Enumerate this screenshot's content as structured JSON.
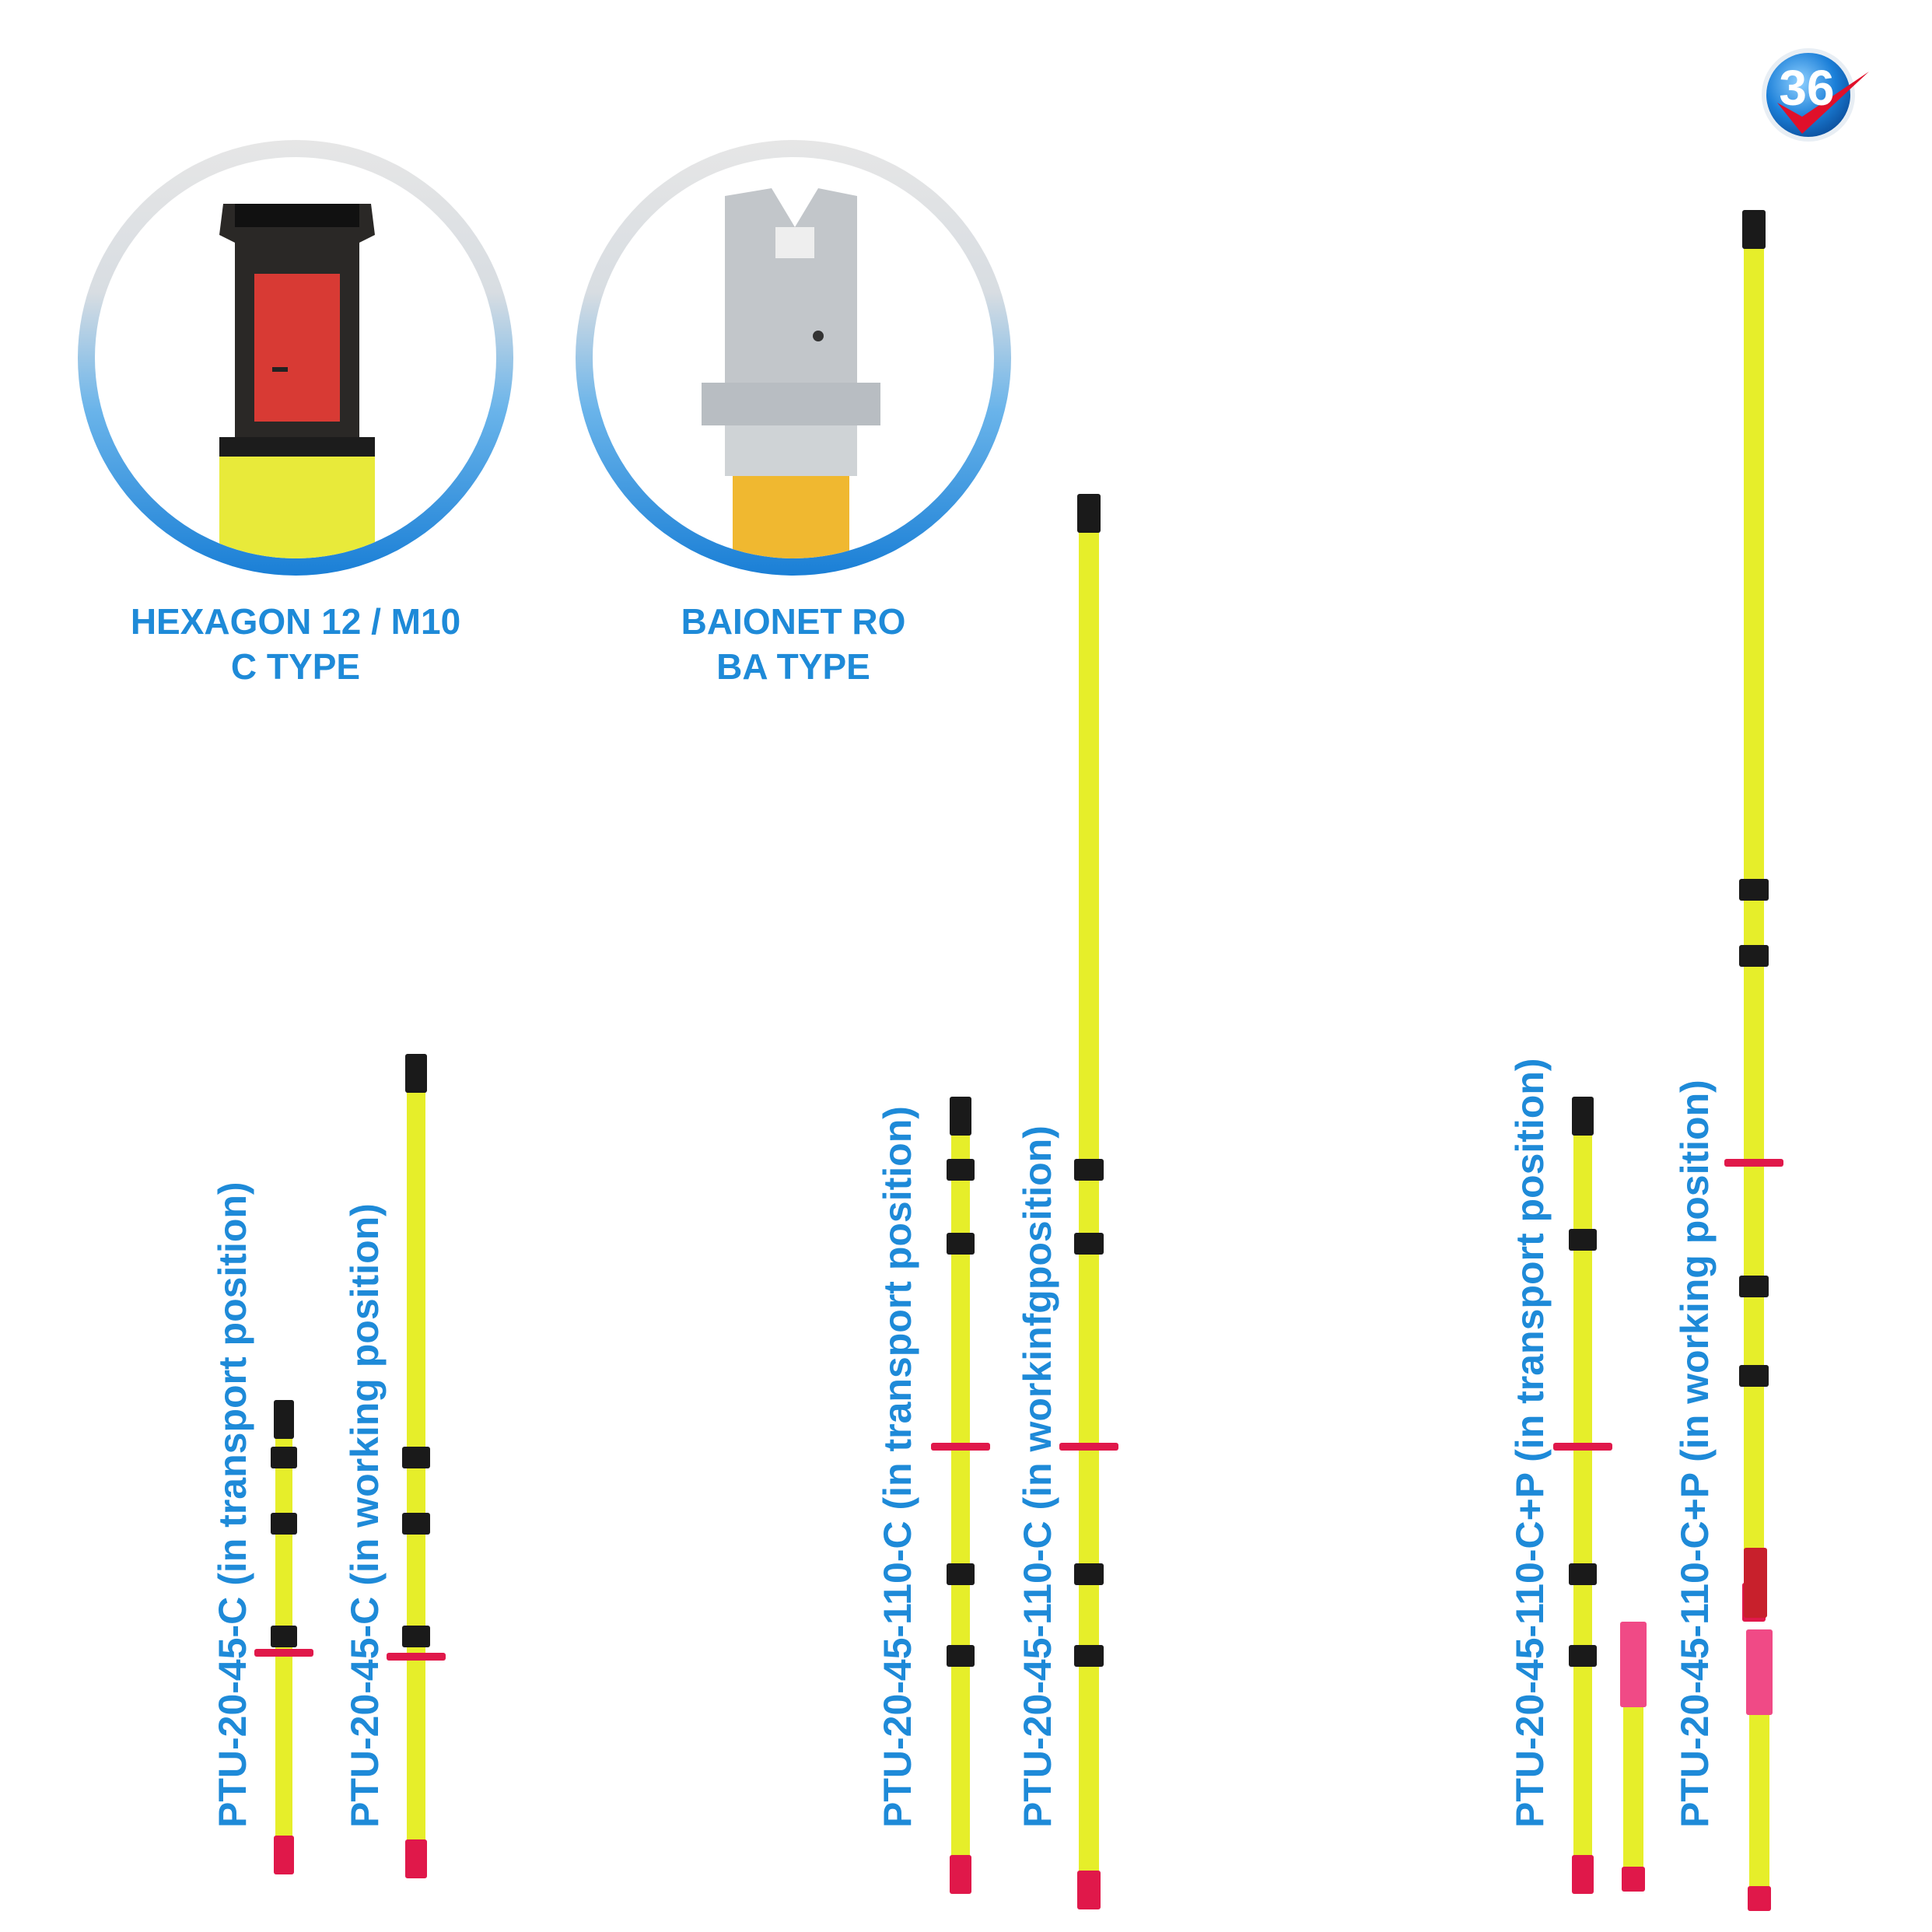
{
  "page_badge": {
    "number": "36"
  },
  "connectors": [
    {
      "id": "hexagon",
      "line1": "HEXAGON 12 / M10",
      "line2": "C TYPE"
    },
    {
      "id": "baionet",
      "line1": "BAIONET RO",
      "line2": "BA TYPE"
    }
  ],
  "products": [
    {
      "model": "PTU-20-45-C",
      "note": "(in transport position)"
    },
    {
      "model": "PTU-20-45-C",
      "note": "(in working position)"
    },
    {
      "model": "PTU-20-45-110-C",
      "note": "(in transport position)"
    },
    {
      "model": "PTU-20-45-110-C",
      "note": "(in workinfgposition)"
    },
    {
      "model": "PTU-20-45-110-C+P",
      "note": "(in transport position)"
    },
    {
      "model": "PTU-20-45-110-C+P",
      "note": "(in working position)"
    }
  ],
  "colors": {
    "accent_blue": "#1e8ad8",
    "pole_yellow": "#e6ee2a",
    "tip_red": "#e0184a",
    "collar_black": "#1a1a1a"
  }
}
